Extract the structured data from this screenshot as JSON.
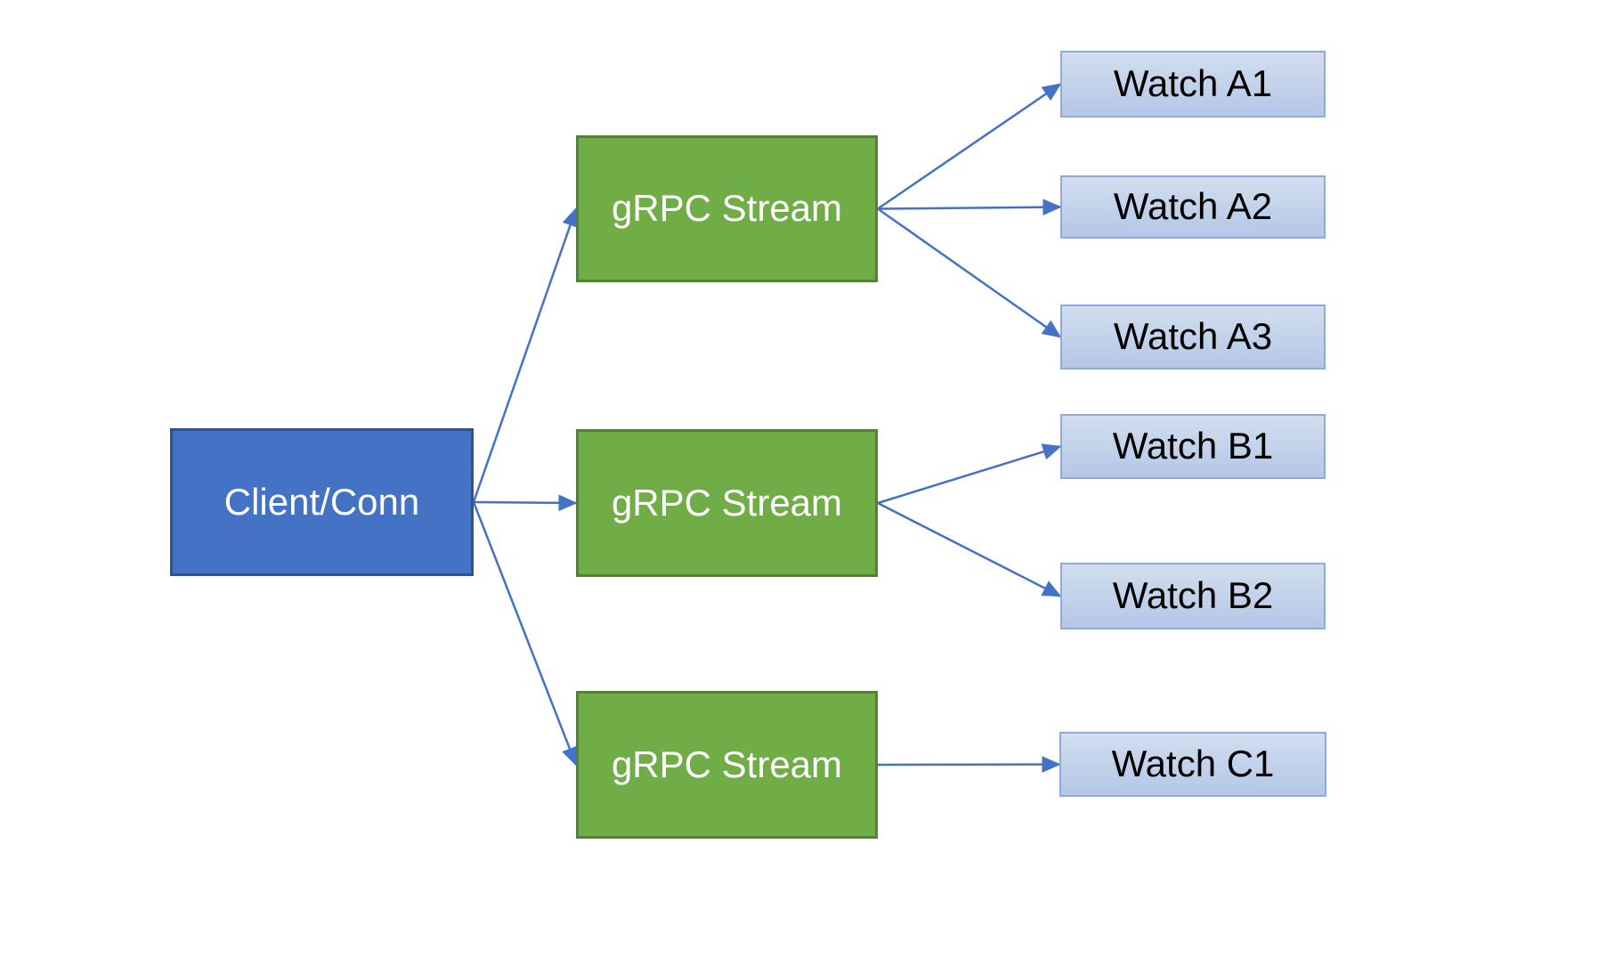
{
  "diagram": {
    "nodes": [
      {
        "id": "client",
        "label": "Client/Conn",
        "kind": "client"
      },
      {
        "id": "stream-a",
        "label": "gRPC Stream",
        "kind": "stream"
      },
      {
        "id": "stream-b",
        "label": "gRPC Stream",
        "kind": "stream"
      },
      {
        "id": "stream-c",
        "label": "gRPC Stream",
        "kind": "stream"
      },
      {
        "id": "watch-a1",
        "label": "Watch A1",
        "kind": "watch"
      },
      {
        "id": "watch-a2",
        "label": "Watch A2",
        "kind": "watch"
      },
      {
        "id": "watch-a3",
        "label": "Watch A3",
        "kind": "watch"
      },
      {
        "id": "watch-b1",
        "label": "Watch B1",
        "kind": "watch"
      },
      {
        "id": "watch-b2",
        "label": "Watch B2",
        "kind": "watch"
      },
      {
        "id": "watch-c1",
        "label": "Watch C1",
        "kind": "watch"
      }
    ],
    "edges": [
      {
        "from": "client",
        "to": "stream-a"
      },
      {
        "from": "client",
        "to": "stream-b"
      },
      {
        "from": "client",
        "to": "stream-c"
      },
      {
        "from": "stream-a",
        "to": "watch-a1"
      },
      {
        "from": "stream-a",
        "to": "watch-a2"
      },
      {
        "from": "stream-a",
        "to": "watch-a3"
      },
      {
        "from": "stream-b",
        "to": "watch-b1"
      },
      {
        "from": "stream-b",
        "to": "watch-b2"
      },
      {
        "from": "stream-c",
        "to": "watch-c1"
      }
    ],
    "colors": {
      "background": "#FFFFFF",
      "client_fill": "#4472C4",
      "client_border": "#2F528F",
      "stream_fill": "#70AD47",
      "stream_border": "#548235",
      "watch_fill_top": "#D2DEEF",
      "watch_fill_bottom": "#B4C7E7",
      "watch_border": "#8FAADC",
      "arrow": "#4472C4"
    }
  }
}
